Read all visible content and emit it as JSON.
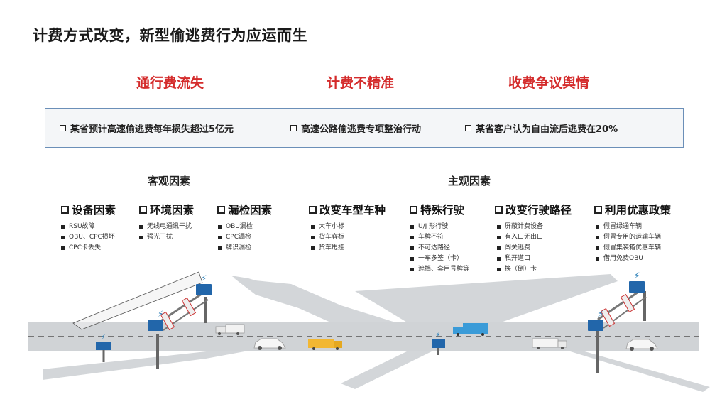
{
  "title": "计费方式改变，新型偷逃费行为应运而生",
  "issues": [
    "通行费流失",
    "计费不精准",
    "收费争议舆情"
  ],
  "facts": [
    "某省预计高速偷逃费每年损失超过5亿元",
    "高速公路偷逃费专项整治行动",
    "某省客户认为自由流后逃费在20%"
  ],
  "objective": {
    "title": "客观因素",
    "factors": [
      {
        "label": "设备因素",
        "items": [
          "RSU故障",
          "OBU、CPC损坏",
          "CPC卡丢失"
        ]
      },
      {
        "label": "环境因素",
        "items": [
          "无线电通讯干扰",
          "强光干扰"
        ]
      },
      {
        "label": "漏检因素",
        "items": [
          "OBU漏检",
          "CPC漏检",
          "牌识漏检"
        ]
      }
    ]
  },
  "subjective": {
    "title": "主观因素",
    "factors": [
      {
        "label": "改变车型车种",
        "items": [
          "大车小标",
          "货车客标",
          "货车甩挂"
        ]
      },
      {
        "label": "特殊行驶",
        "items": [
          "U/J 形行驶",
          "车牌不符",
          "不可达路径",
          "一车多签（卡）",
          "遮挡、套用号牌等"
        ]
      },
      {
        "label": "改变行驶路径",
        "items": [
          "屏蔽计费设备",
          "有入口无出口",
          "闯关逃费",
          "私开道口",
          "换（倒）卡"
        ]
      },
      {
        "label": "利用优惠政策",
        "items": [
          "假冒绿通车辆",
          "假冒专用的运输车辆",
          "假冒集装箱优惠车辆",
          "借用免费OBU"
        ]
      }
    ]
  },
  "colors": {
    "accent_red": "#d42b2b",
    "divider_blue": "#2a7fb8",
    "road_gray": "#d0d3d6",
    "gantry_sign": "#2266aa"
  }
}
